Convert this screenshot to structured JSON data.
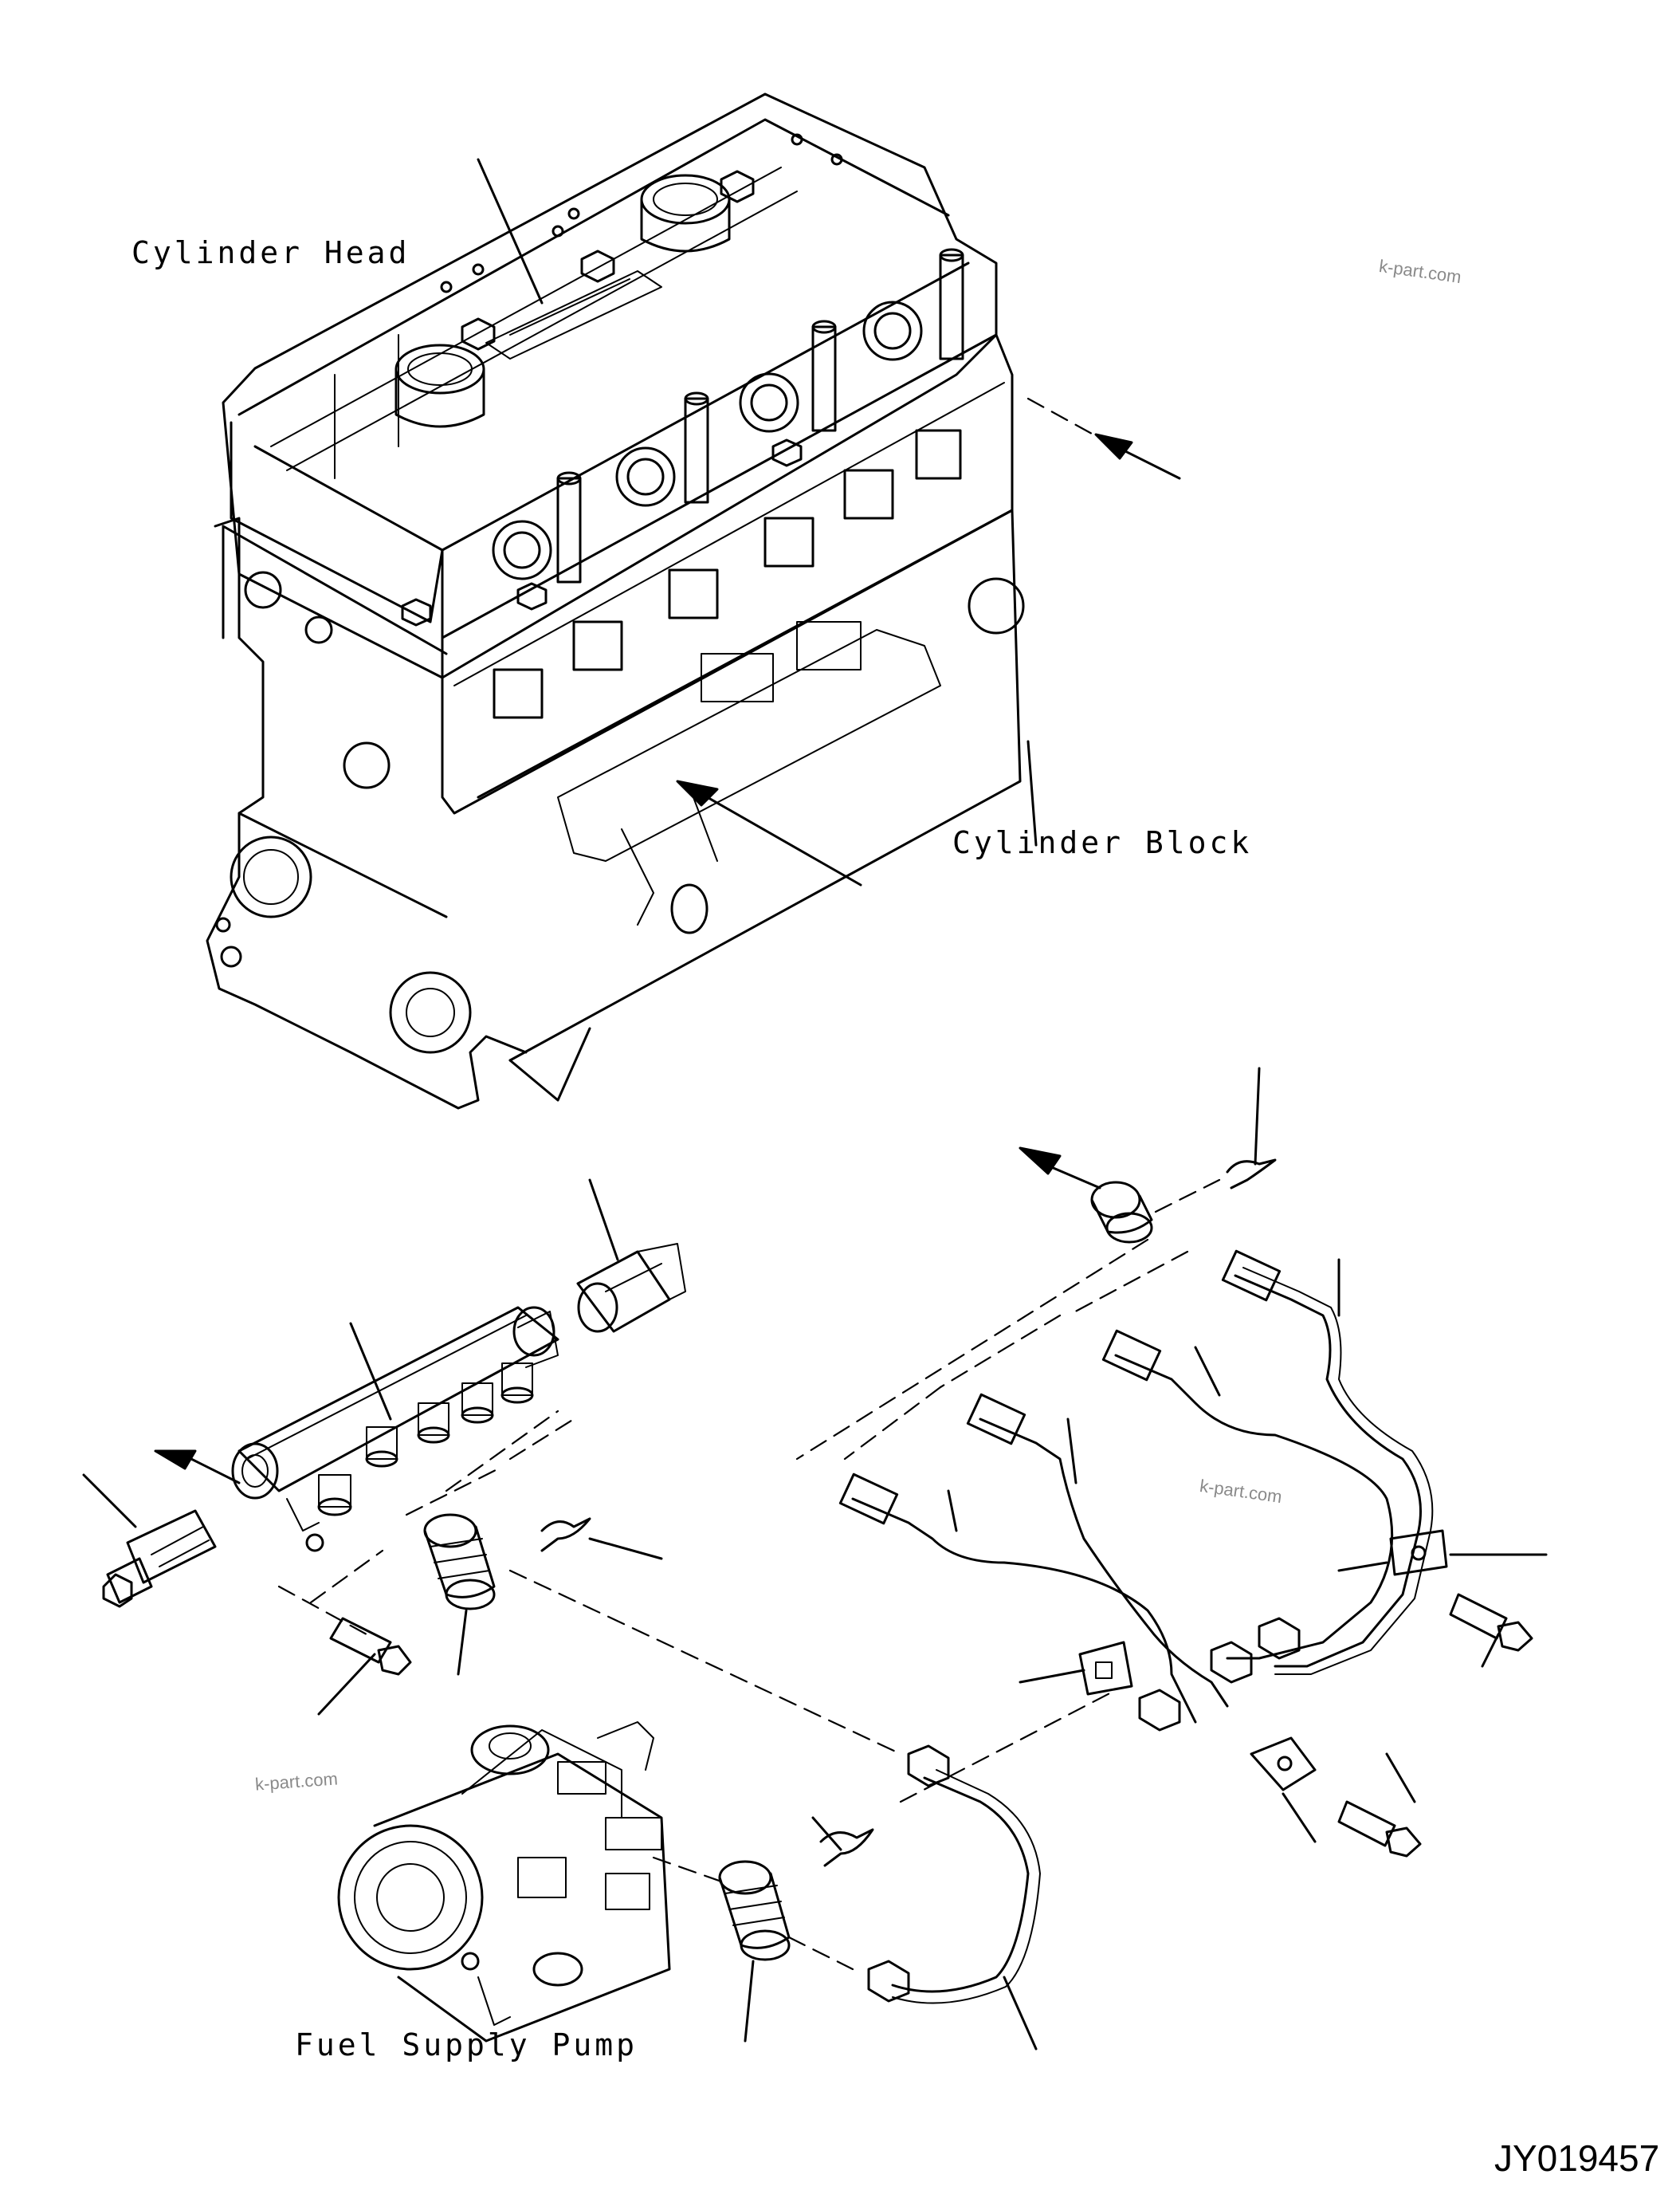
{
  "labels": {
    "cylinder_head": "Cylinder Head",
    "cylinder_block": "Cylinder Block",
    "fuel_supply_pump": "Fuel Supply Pump"
  },
  "watermarks": [
    "k-part.com",
    "k-part.com",
    "k-part.com"
  ],
  "drawing_code": "JY019457"
}
